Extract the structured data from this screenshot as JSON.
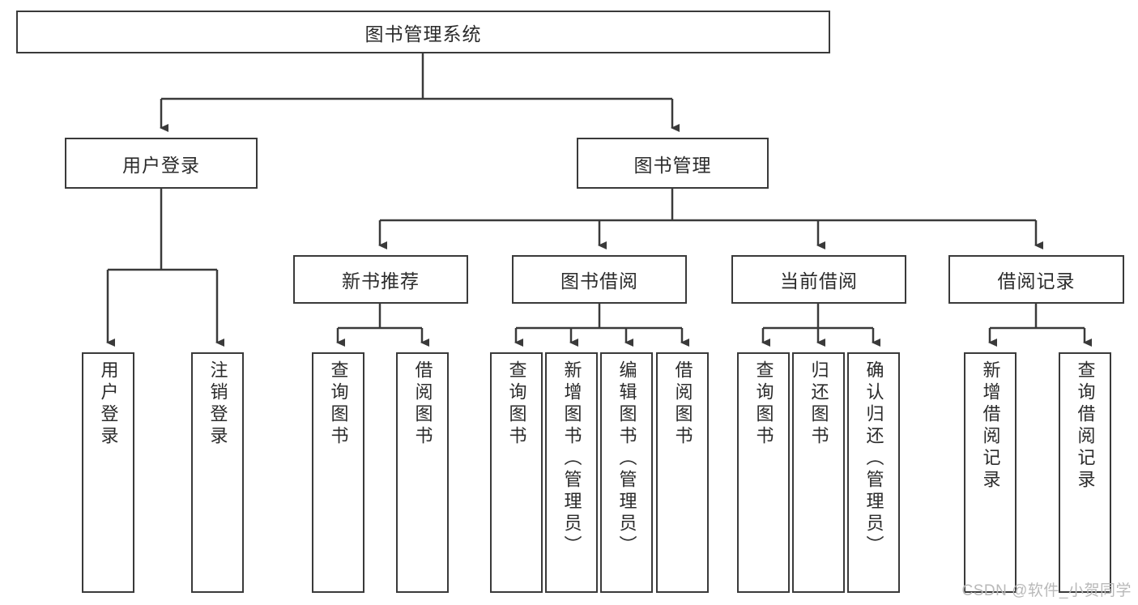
{
  "diagram": {
    "type": "tree-hierarchy",
    "title": "图书管理系统",
    "watermark": "CSDN @软件_小贺同学",
    "colors": {
      "stroke": "#3a3a3a",
      "fill": "#ffffff",
      "text": "#2b2b2b",
      "watermark": "#b9b9b9"
    },
    "root": {
      "label": "图书管理系统",
      "level": 0
    },
    "level1": [
      {
        "label": "用户登录"
      },
      {
        "label": "图书管理"
      }
    ],
    "level2": [
      {
        "label": "新书推荐"
      },
      {
        "label": "图书借阅"
      },
      {
        "label": "当前借阅"
      },
      {
        "label": "借阅记录"
      }
    ],
    "leaves": {
      "user_login": [
        {
          "label": "用户登录"
        },
        {
          "label": "注销登录"
        }
      ],
      "new_book": [
        {
          "label": "查询图书"
        },
        {
          "label": "借阅图书"
        }
      ],
      "book_borrow": [
        {
          "label": "查询图书"
        },
        {
          "label": "新增图书（管理员）"
        },
        {
          "label": "编辑图书（管理员）"
        },
        {
          "label": "借阅图书"
        }
      ],
      "current_borrow": [
        {
          "label": "查询图书"
        },
        {
          "label": "归还图书"
        },
        {
          "label": "确认归还（管理员）"
        }
      ],
      "borrow_record": [
        {
          "label": "新增借阅记录"
        },
        {
          "label": "查询借阅记录"
        }
      ]
    }
  }
}
